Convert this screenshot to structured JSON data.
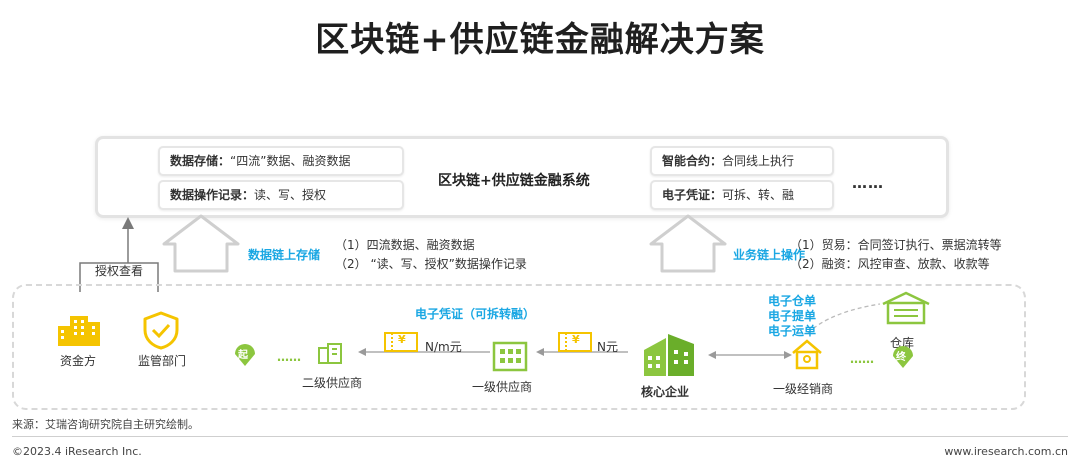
{
  "title": "区块链+供应链金融解决方案",
  "system": {
    "label": "区块链+供应链金融系统",
    "storage_key": "数据存储：",
    "storage_val": "“四流”数据、融资数据",
    "oprec_key": "数据操作记录：",
    "oprec_val": "读、写、授权",
    "contract_key": "智能合约：",
    "contract_val": "合同线上执行",
    "voucher_key": "电子凭证：",
    "voucher_val": "可拆、转、融",
    "ellipsis": "……"
  },
  "left_flow": {
    "label": "数据链上存储",
    "line1": "（1）四流数据、融资数据",
    "line2": "（2） “读、写、授权”数据操作记录"
  },
  "right_flow": {
    "label": "业务链上操作",
    "line1": "（1）贸易：合同签订执行、票据流转等",
    "line2": "（2）融资：风控审查、放款、收款等"
  },
  "auth_label": "授权查看",
  "actors": {
    "funder": "资金方",
    "regulator": "监管部门",
    "tier2": "二级供应商",
    "tier1": "一级供应商",
    "core": "核心企业",
    "distributor": "一级经销商",
    "warehouse": "仓库"
  },
  "voucher_flow": "电子凭证（可拆转融）",
  "amount_nm": "N/m元",
  "amount_n": "N元",
  "start_badge": "起",
  "end_badge": "终",
  "dots": "……",
  "warehouse_docs": [
    "电子仓单",
    "电子提单",
    "电子运单"
  ],
  "source_note": "来源：艾瑞咨询研究院自主研究绘制。",
  "footer_copy": "©2023.4 iResearch Inc.",
  "footer_site": "www.iresearch.com.cn",
  "colors": {
    "accent_blue": "#1aa7e3",
    "accent_yellow": "#f5c400",
    "accent_green": "#8cc63f"
  }
}
